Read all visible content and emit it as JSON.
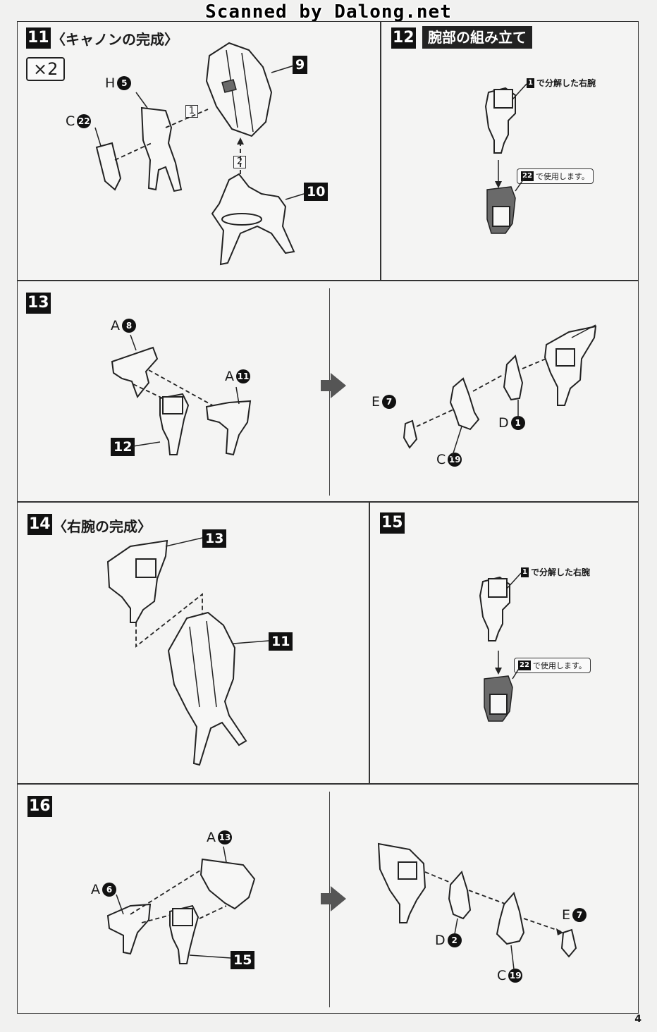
{
  "watermark": "Scanned by Dalong.net",
  "page_number": "4",
  "steps": {
    "s11": {
      "num": "11",
      "title": "〈キャノンの完成〉",
      "multiplier": "×2",
      "callouts": {
        "h5_r": "H",
        "h5_n": "5",
        "c22_r": "C",
        "c22_n": "22",
        "p9": "9",
        "p10": "10"
      },
      "order1": "1",
      "order2": "2"
    },
    "s12": {
      "num": "12",
      "title": "腕部の組み立て",
      "note_badge": "1",
      "note_text": "で分解した右腕",
      "bubble_badge": "22",
      "bubble_text": "で使用します。"
    },
    "s13": {
      "num": "13",
      "callouts": {
        "a8_r": "A",
        "a8_n": "8",
        "a11_r": "A",
        "a11_n": "11",
        "p12": "12",
        "e7_r": "E",
        "e7_n": "7",
        "d1_r": "D",
        "d1_n": "1",
        "c19_r": "C",
        "c19_n": "19"
      }
    },
    "s14": {
      "num": "14",
      "title": "〈右腕の完成〉",
      "callouts": {
        "p13": "13",
        "p11": "11"
      }
    },
    "s15": {
      "num": "15",
      "note_badge": "1",
      "note_text": "で分解した右腕",
      "bubble_badge": "22",
      "bubble_text": "で使用します。"
    },
    "s16": {
      "num": "16",
      "callouts": {
        "a13_r": "A",
        "a13_n": "13",
        "a6_r": "A",
        "a6_n": "6",
        "p15": "15",
        "e7_r": "E",
        "e7_n": "7",
        "d2_r": "D",
        "d2_n": "2",
        "c19_r": "C",
        "c19_n": "19"
      }
    }
  }
}
